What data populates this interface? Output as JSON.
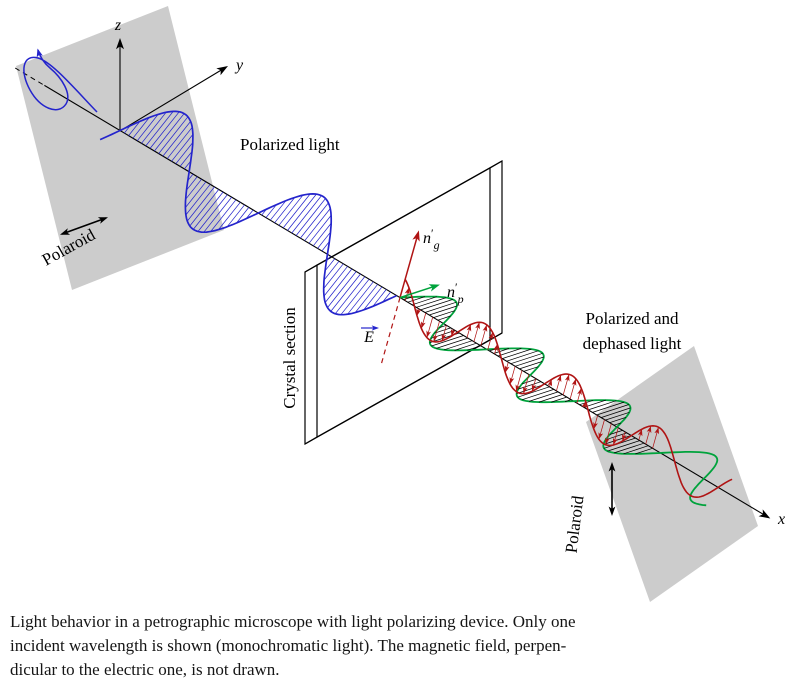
{
  "figure": {
    "labels": {
      "polarized_light": "Polarized light",
      "dephased_line1": "Polarized and",
      "dephased_line2": "dephased light",
      "crystal_section": "Crystal section",
      "polaroid_left": "Polaroid",
      "polaroid_right": "Polaroid",
      "axis_x": "x",
      "axis_y": "y",
      "axis_z": "z",
      "n_base": "n",
      "prime": "′",
      "n_g_sub": "g",
      "n_p_sub": "p",
      "e_field": "E"
    },
    "colors": {
      "blue": "#2424cc",
      "green": "#00a33c",
      "dark_red": "#b01414",
      "black": "#000000",
      "plate_gray": "#cccccc",
      "plate_label": "#b9b9b9"
    }
  },
  "caption": {
    "lines": [
      "Light behavior in a petrographic microscope with light polarizing device. Only one",
      "incident wavelength is shown (monochromatic light). The magnetic field, perpen-",
      "dicular to the electric one, is not drawn."
    ]
  }
}
